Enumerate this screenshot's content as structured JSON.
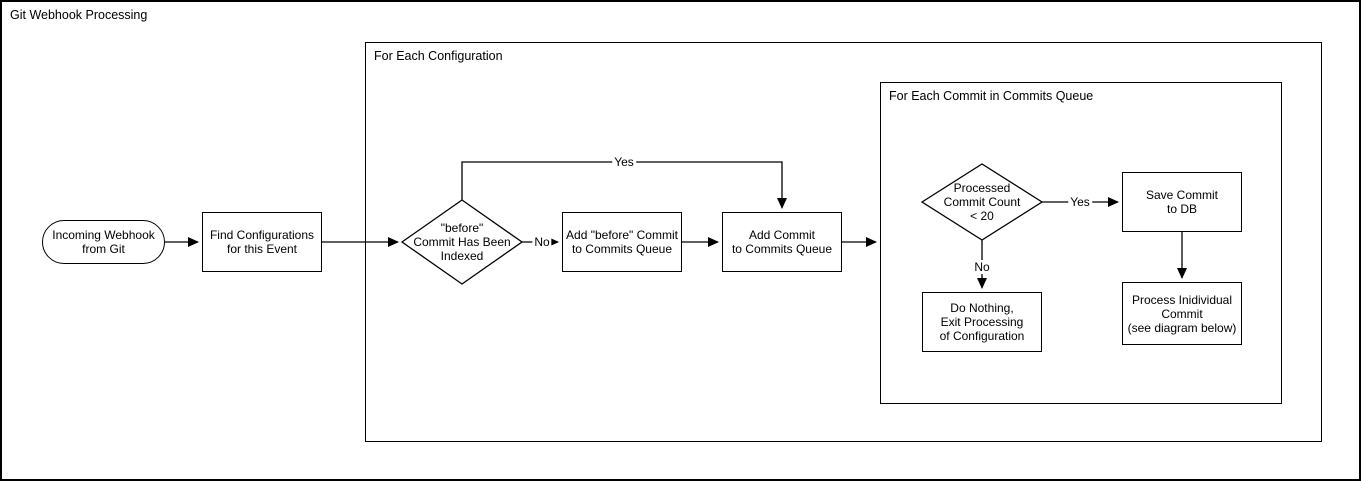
{
  "page": {
    "title": "Git Webhook Processing"
  },
  "containers": {
    "config_loop": {
      "label": "For Each Configuration"
    },
    "commit_loop": {
      "label": "For Each Commit in Commits Queue"
    }
  },
  "nodes": {
    "incoming_webhook": {
      "label": "Incoming Webhook\nfrom Git"
    },
    "find_configurations": {
      "label": "Find Configurations\nfor this Event"
    },
    "before_commit_indexed": {
      "label": "\"before\"\nCommit Has Been\nIndexed"
    },
    "add_before_commit": {
      "label": "Add \"before\" Commit\nto Commits Queue"
    },
    "add_commit": {
      "label": "Add Commit\nto Commits Queue"
    },
    "processed_commit_count": {
      "label": "Processed\nCommit Count\n< 20"
    },
    "save_commit": {
      "label": "Save Commit\nto DB"
    },
    "do_nothing": {
      "label": "Do Nothing,\nExit Processing\nof Configuration"
    },
    "process_individual": {
      "label": "Process Inidividual\nCommit\n(see diagram below)"
    }
  },
  "edge_labels": {
    "indexed_yes": "Yes",
    "indexed_no": "No",
    "count_yes": "Yes",
    "count_no": "No"
  },
  "colors": {
    "stroke": "#000000",
    "background": "#ffffff"
  }
}
